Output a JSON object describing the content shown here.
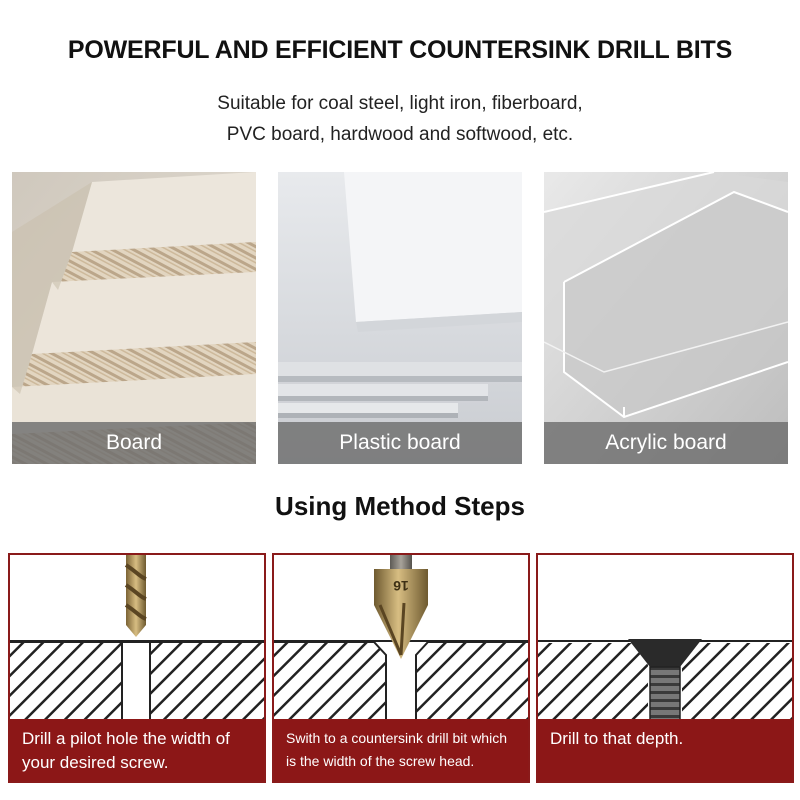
{
  "header": {
    "title": "POWERFUL AND EFFICIENT COUNTERSINK DRILL BITS",
    "subtitle_line1": "Suitable for coal steel, light iron, fiberboard,",
    "subtitle_line2": "PVC board, hardwood and softwood, etc."
  },
  "materials": [
    {
      "label": "Board"
    },
    {
      "label": "Plastic board"
    },
    {
      "label": "Acrylic board"
    }
  ],
  "steps_title": "Using Method Steps",
  "steps": [
    {
      "line1": "Drill a pilot hole the width of",
      "line2": "your desired screw."
    },
    {
      "line1": "Swith to a countersink drill bit which",
      "line2": "is the width of the screw head."
    },
    {
      "line1": "Drill to that depth.",
      "line2": ""
    }
  ],
  "drill_marking": "16",
  "colors": {
    "accent_red": "#8c1717",
    "label_overlay": "#6e6e6e",
    "drill_gold": "#b89a5a"
  }
}
